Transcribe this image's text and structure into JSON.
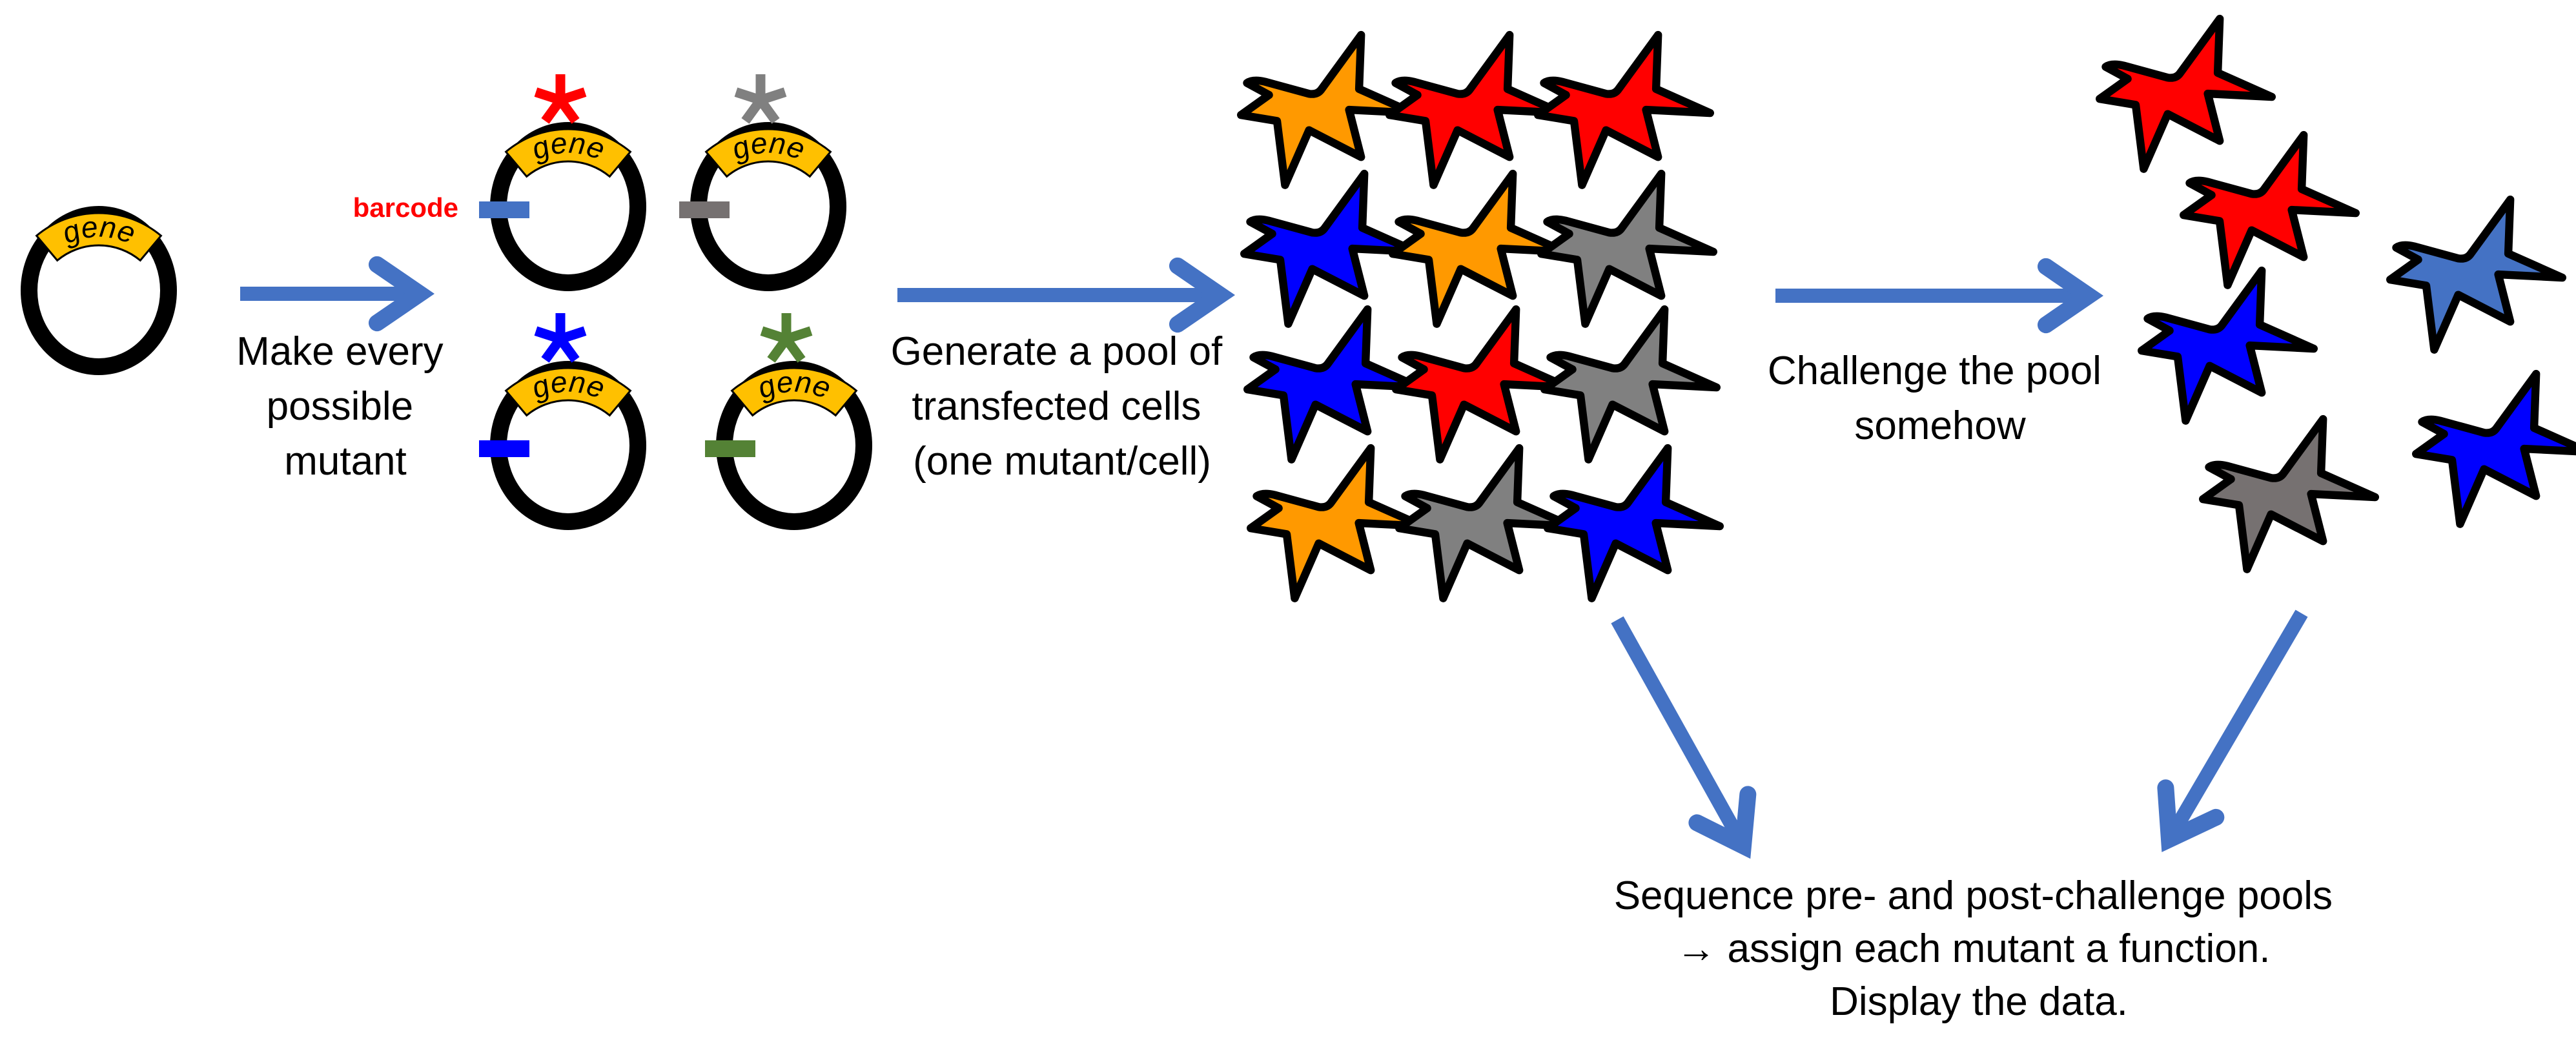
{
  "colors": {
    "arrow": "#4472C4",
    "gene_block": "#FFC000",
    "plasmid_ring": "#000000",
    "barcode_label": "#FF0000",
    "orange": "#FF9900",
    "red": "#FF0000",
    "blue": "#0000FF",
    "gray": "#808080",
    "dark_gray": "#767171",
    "green": "#548235",
    "steel_blue": "#4472C4"
  },
  "original_plasmid": {
    "gene_label": "gene"
  },
  "steps": [
    {
      "id": "mutate",
      "caption_lines": [
        "Make every",
        "possible",
        "mutant"
      ]
    },
    {
      "id": "transfect",
      "caption_lines": [
        "Generate a pool of",
        "transfected cells",
        "(one mutant/cell)"
      ]
    },
    {
      "id": "challenge",
      "caption_lines": [
        "Challenge the pool",
        "somehow"
      ]
    },
    {
      "id": "sequence",
      "caption_lines": [
        "Sequence pre- and post-challenge pools",
        "→ assign each mutant a function.",
        "Display the data."
      ]
    }
  ],
  "barcode_label": "barcode",
  "mutant_plasmids": [
    {
      "gene_label": "gene",
      "mutation_color": "red",
      "barcode_color": "steel_blue"
    },
    {
      "gene_label": "gene",
      "mutation_color": "gray",
      "barcode_color": "dark_gray"
    },
    {
      "gene_label": "gene",
      "mutation_color": "blue",
      "barcode_color": "blue"
    },
    {
      "gene_label": "gene",
      "mutation_color": "green",
      "barcode_color": "green"
    }
  ],
  "pre_challenge_pool": {
    "rows": [
      [
        "orange",
        "red",
        "red"
      ],
      [
        "blue",
        "orange",
        "gray"
      ],
      [
        "blue",
        "red",
        "gray"
      ],
      [
        "orange",
        "gray",
        "blue"
      ]
    ]
  },
  "post_challenge_pool": {
    "cells": [
      "red",
      "red",
      "steel_blue",
      "blue",
      "dark_gray",
      "blue"
    ]
  }
}
